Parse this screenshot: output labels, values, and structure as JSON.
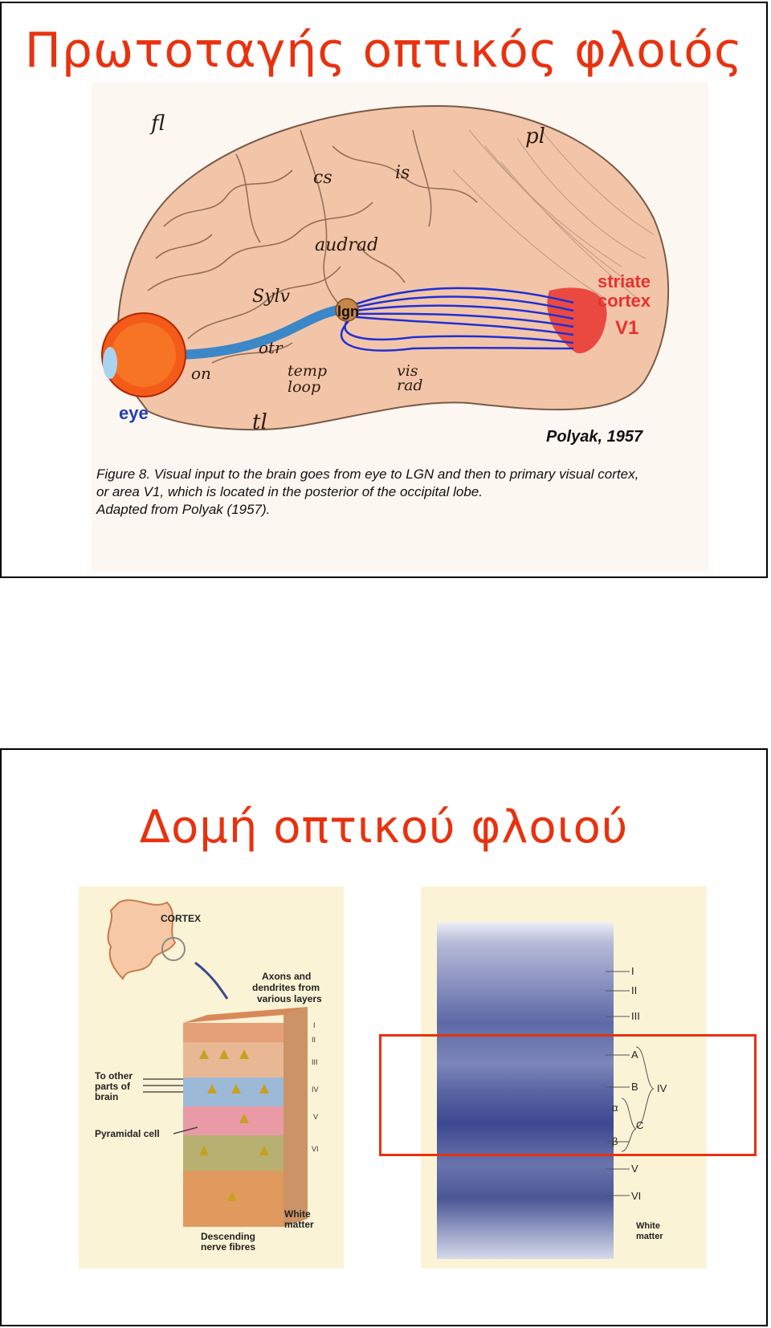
{
  "slide1": {
    "title": "Πρωτοταγής οπτικός φλοιός",
    "figure": {
      "labels": {
        "fl": "fl",
        "pl": "pl",
        "cs": "cs",
        "is": "is",
        "audrad": "audrad",
        "sylv": "Sylv",
        "lgn": "lgn",
        "otr": "otr",
        "on": "on",
        "temp": "temp",
        "loop": "loop",
        "vis": "vis",
        "rad": "rad",
        "tl": "tl",
        "eye": "eye"
      },
      "striate": {
        "line1": "striate",
        "line2": "cortex",
        "line3": "V1"
      },
      "credit": "Polyak, 1957",
      "caption": {
        "line1": "Figure 8. Visual input to the brain goes from eye to LGN and then to primary visual cortex,",
        "line2": "or area V1, which is located in the posterior of the occipital lobe.",
        "line3": "Adapted from Polyak (1957)."
      }
    }
  },
  "slide2": {
    "title": "Δομή οπτικού φλοιού",
    "left_figure": {
      "cortex": "CORTEX",
      "axons": [
        "Axons and",
        "dendrites from",
        "various layers"
      ],
      "to_other": [
        "To other",
        "parts of",
        "brain"
      ],
      "pyramidal": "Pyramidal cell",
      "descending": [
        "Descending",
        "nerve fibres"
      ],
      "white_matter": [
        "White",
        "matter"
      ],
      "layers": [
        "I",
        "II",
        "III",
        "IV",
        "V",
        "VI"
      ]
    },
    "right_figure": {
      "layers": [
        "I",
        "II",
        "III",
        "A",
        "B",
        "IV",
        "α",
        "C",
        "β",
        "V",
        "VI"
      ],
      "white_matter": [
        "White",
        "matter"
      ]
    }
  },
  "colors": {
    "title": "#e8320f",
    "highlight_box": "#e8320f",
    "fibers": "#1f2fd6",
    "v1": "#e8322f"
  }
}
